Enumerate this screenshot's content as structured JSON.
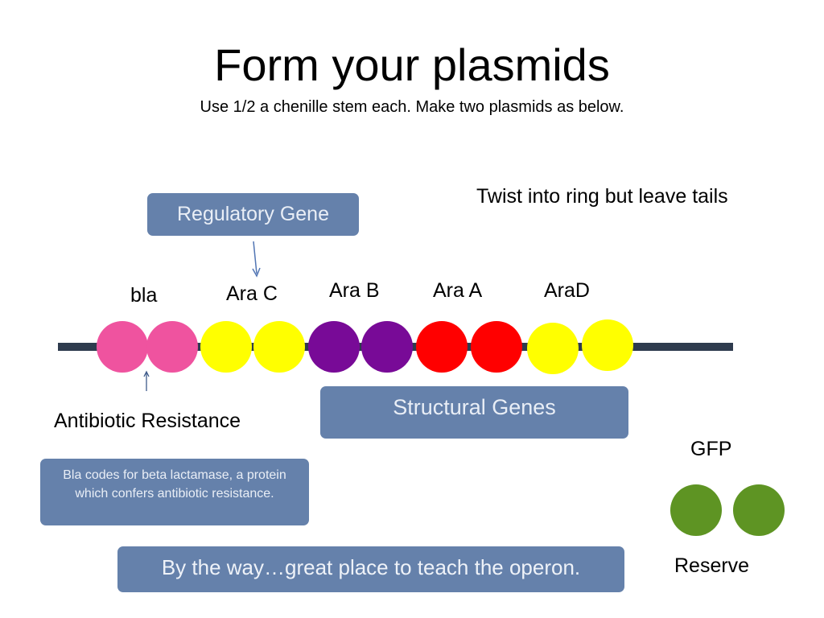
{
  "slide": {
    "title": "Form your plasmids",
    "subtitle": "Use 1/2 a chenille stem each.  Make two plasmids as below."
  },
  "instruction": "Twist into ring but leave tails",
  "boxes": {
    "regulatory": "Regulatory Gene",
    "structural": "Structural Genes",
    "bla_note": "Bla codes for beta lactamase, a protein which confers antibiotic resistance.",
    "operon": "By the way…great place to teach the operon."
  },
  "labels": {
    "bla": "bla",
    "ara_c": "Ara C",
    "ara_b": "Ara B",
    "ara_a": "Ara A",
    "ara_d": "AraD",
    "antibiotic": "Antibiotic Resistance",
    "gfp": "GFP",
    "reserve": "Reserve"
  },
  "beads": [
    {
      "gene": "bla",
      "color": "#ef539f"
    },
    {
      "gene": "bla",
      "color": "#ef539f"
    },
    {
      "gene": "Ara C",
      "color": "#ffff00"
    },
    {
      "gene": "Ara C",
      "color": "#ffff00"
    },
    {
      "gene": "Ara B",
      "color": "#780a97"
    },
    {
      "gene": "Ara B",
      "color": "#780a97"
    },
    {
      "gene": "Ara A",
      "color": "#ff0000"
    },
    {
      "gene": "Ara A",
      "color": "#ff0000"
    },
    {
      "gene": "AraD",
      "color": "#ffff00"
    },
    {
      "gene": "AraD",
      "color": "#ffff00"
    }
  ],
  "reserve_beads": [
    {
      "gene": "GFP",
      "color": "#5e9423"
    },
    {
      "gene": "GFP",
      "color": "#5e9423"
    }
  ],
  "colors": {
    "stem": "#2e3b4e",
    "box_fill": "#6581ab",
    "box_text": "#e9eef6",
    "arrow": "#5276b4"
  }
}
